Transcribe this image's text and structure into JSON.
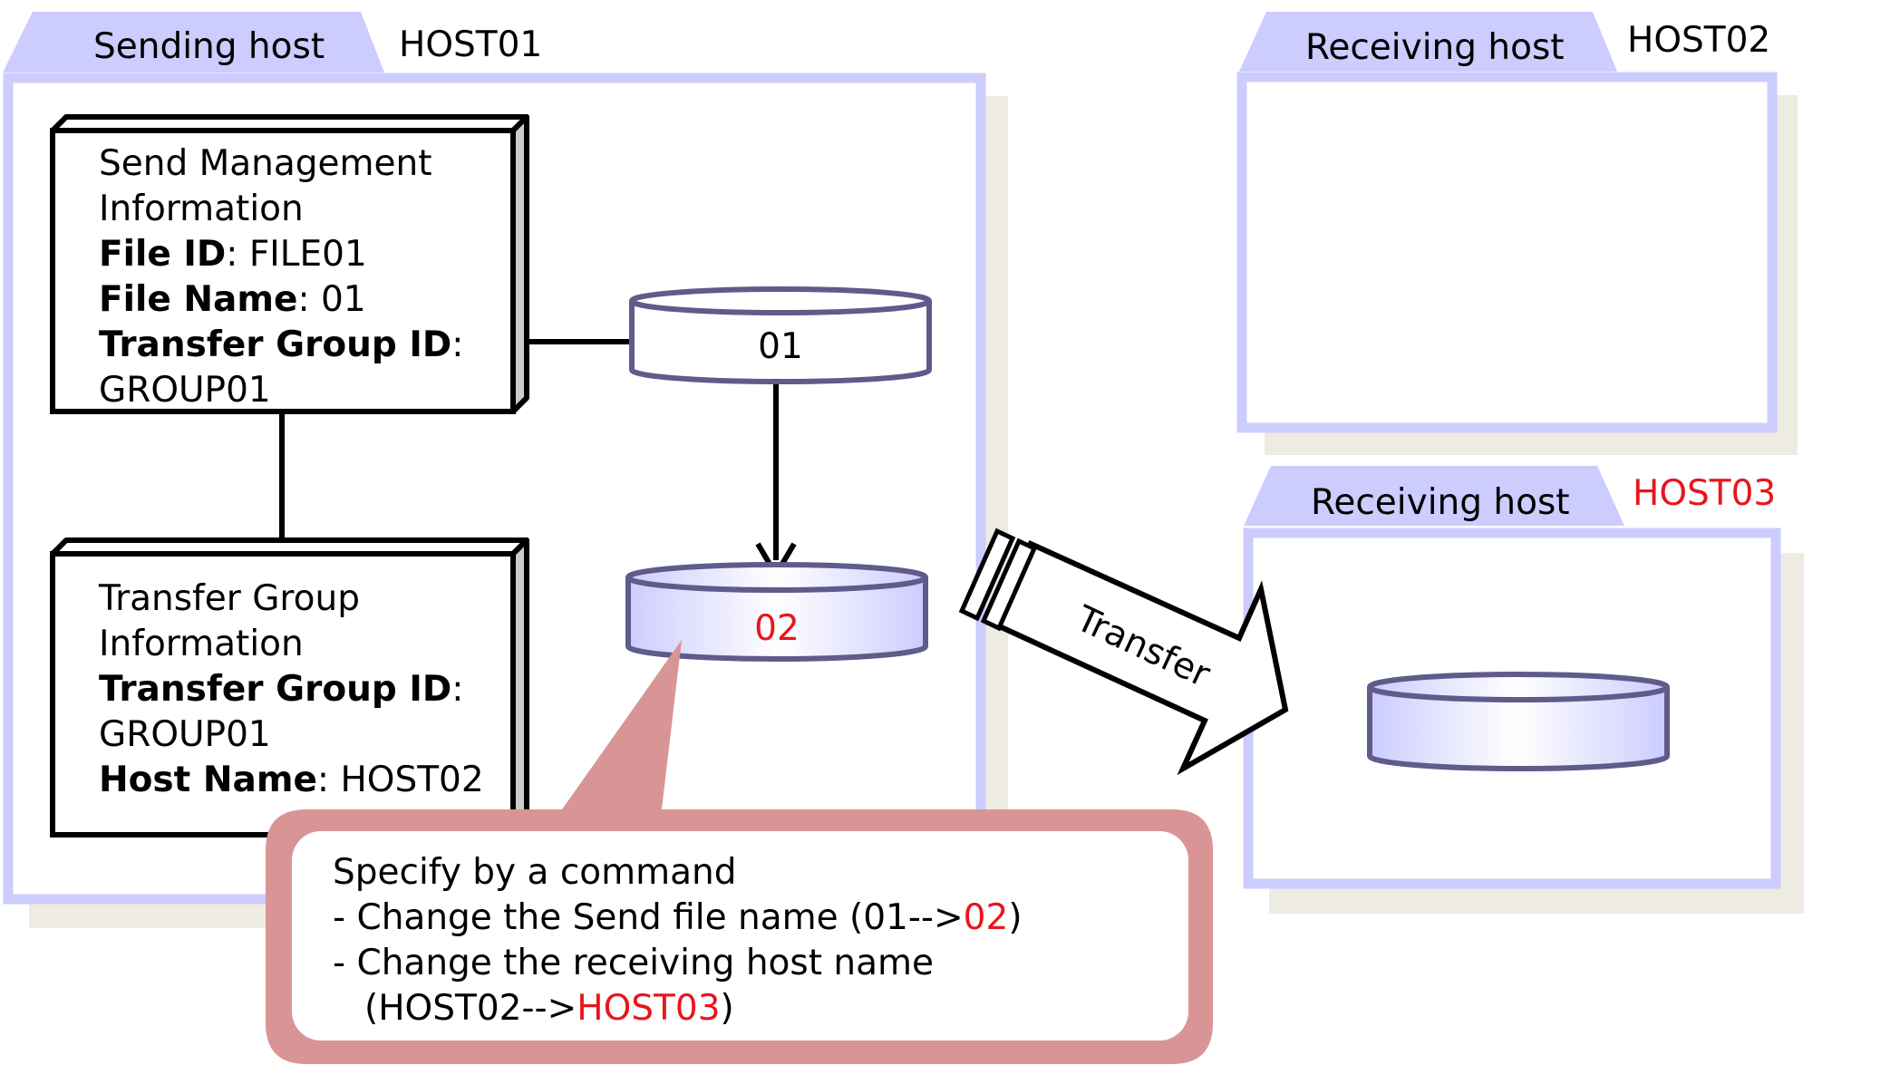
{
  "sending_host": {
    "tab_label": "Sending host",
    "host_name": "HOST01",
    "send_management": {
      "title_line1": "Send Management",
      "title_line2": "Information",
      "file_id_label": "File ID",
      "file_id_value": ": FILE01",
      "file_name_label": "File Name",
      "file_name_value": ": 01",
      "transfer_group_id_label": "Transfer Group ID",
      "transfer_group_id_sep": ":",
      "transfer_group_id_value": "GROUP01"
    },
    "transfer_group": {
      "title_line1": "Transfer Group",
      "title_line2": "Information",
      "transfer_group_id_label": "Transfer Group ID",
      "transfer_group_id_sep": ":",
      "transfer_group_id_value": "GROUP01",
      "host_name_label": "Host Name",
      "host_name_value": ": HOST02"
    },
    "disk_original": "01",
    "disk_renamed": "02"
  },
  "receiving_host_1": {
    "tab_label": "Receiving host",
    "host_name": "HOST02"
  },
  "receiving_host_2": {
    "tab_label": "Receiving host",
    "host_name": "HOST03"
  },
  "transfer_arrow_label": "Transfer",
  "callout": {
    "line1": "Specify by a command",
    "line2_prefix": "- Change the Send file name (01-->",
    "line2_highlight": "02",
    "line2_suffix": ")",
    "line3": "- Change the receiving host name",
    "line4_prefix": "(HOST02-->",
    "line4_highlight": "HOST03",
    "line4_suffix": ")"
  },
  "colors": {
    "frame": "#ccccff",
    "tab_fill": "#ccccff",
    "shadow": "#eeebe2",
    "disk_stroke": "#5f5b8a",
    "callout_fill": "#d99595",
    "highlight": "#e8161b"
  }
}
